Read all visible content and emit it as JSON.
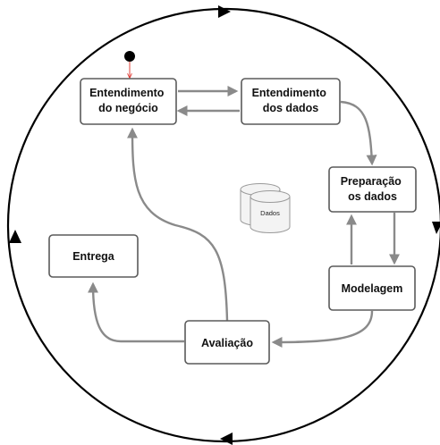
{
  "diagram": {
    "nodes": {
      "business": {
        "line1": "Entendimento",
        "line2": "do negócio"
      },
      "data_understanding": {
        "line1": "Entendimento",
        "line2": "dos dados"
      },
      "preparation": {
        "line1": "Preparação",
        "line2": "os dados"
      },
      "modeling": {
        "label": "Modelagem"
      },
      "evaluation": {
        "label": "Avaliação"
      },
      "deployment": {
        "label": "Entrega"
      }
    },
    "database": {
      "label": "Dados"
    }
  },
  "colors": {
    "outer_cycle": "#000000",
    "flow_arrows": "#8a8a8a",
    "node_border": "#5a5a5a",
    "start_dot": "#000000",
    "start_arrow": "#e0403a"
  }
}
